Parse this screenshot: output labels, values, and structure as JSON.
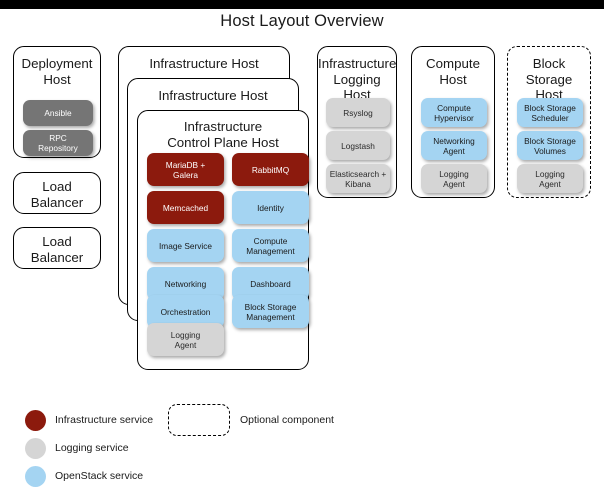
{
  "diagram": {
    "title": "Host Layout Overview",
    "colors": {
      "infrastructure_service": "#8c1a0d",
      "logging_service": "#d5d5d5",
      "openstack_service": "#a4d4f2",
      "deployment_service": "#757575",
      "border": "#000000",
      "background": "#ffffff"
    }
  },
  "columns": {
    "deployment": {
      "host": {
        "title": "Deployment\nHost",
        "services": [
          {
            "label": "Ansible",
            "type": "deployment"
          },
          {
            "label": "RPC\nRepository",
            "type": "deployment"
          }
        ]
      },
      "load_balancers": [
        {
          "title": "Load\nBalancer"
        },
        {
          "title": "Load\nBalancer"
        }
      ]
    },
    "infrastructure": {
      "stacked_hosts": [
        {
          "title": "Infrastructure Host"
        },
        {
          "title": "Infrastructure Host"
        }
      ],
      "control_plane": {
        "title": "Infrastructure\nControl Plane Host",
        "services_left": [
          {
            "label": "MariaDB +\nGalera",
            "type": "infra"
          },
          {
            "label": "Memcached",
            "type": "infra"
          },
          {
            "label": "Image Service",
            "type": "openstack"
          },
          {
            "label": "Networking",
            "type": "openstack"
          },
          {
            "label": "Orchestration",
            "type": "openstack"
          },
          {
            "label": "Logging\nAgent",
            "type": "logging"
          }
        ],
        "services_right": [
          {
            "label": "RabbitMQ",
            "type": "infra"
          },
          {
            "label": "Identity",
            "type": "openstack"
          },
          {
            "label": "Compute\nManagement",
            "type": "openstack"
          },
          {
            "label": "Dashboard",
            "type": "openstack"
          },
          {
            "label": "Block Storage\nManagement",
            "type": "openstack"
          }
        ]
      }
    },
    "logging_host": {
      "title": "Infrastructure\nLogging Host",
      "services": [
        {
          "label": "Rsyslog",
          "type": "logging"
        },
        {
          "label": "Logstash",
          "type": "logging"
        },
        {
          "label": "Elasticsearch +\nKibana",
          "type": "logging"
        }
      ]
    },
    "compute_host": {
      "title": "Compute\nHost",
      "services": [
        {
          "label": "Compute\nHypervisor",
          "type": "openstack"
        },
        {
          "label": "Networking\nAgent",
          "type": "openstack"
        },
        {
          "label": "Logging\nAgent",
          "type": "logging"
        }
      ]
    },
    "block_storage_host": {
      "title": "Block Storage\nHost",
      "optional": true,
      "services": [
        {
          "label": "Block Storage\nScheduler",
          "type": "openstack"
        },
        {
          "label": "Block Storage\nVolumes",
          "type": "openstack"
        },
        {
          "label": "Logging\nAgent",
          "type": "logging"
        }
      ]
    }
  },
  "legend": {
    "items": [
      {
        "label": "Infrastructure service",
        "color": "#8c1a0d"
      },
      {
        "label": "Logging service",
        "color": "#d5d5d5"
      },
      {
        "label": "OpenStack service",
        "color": "#a4d4f2"
      }
    ],
    "optional": {
      "label": "Optional component"
    }
  }
}
